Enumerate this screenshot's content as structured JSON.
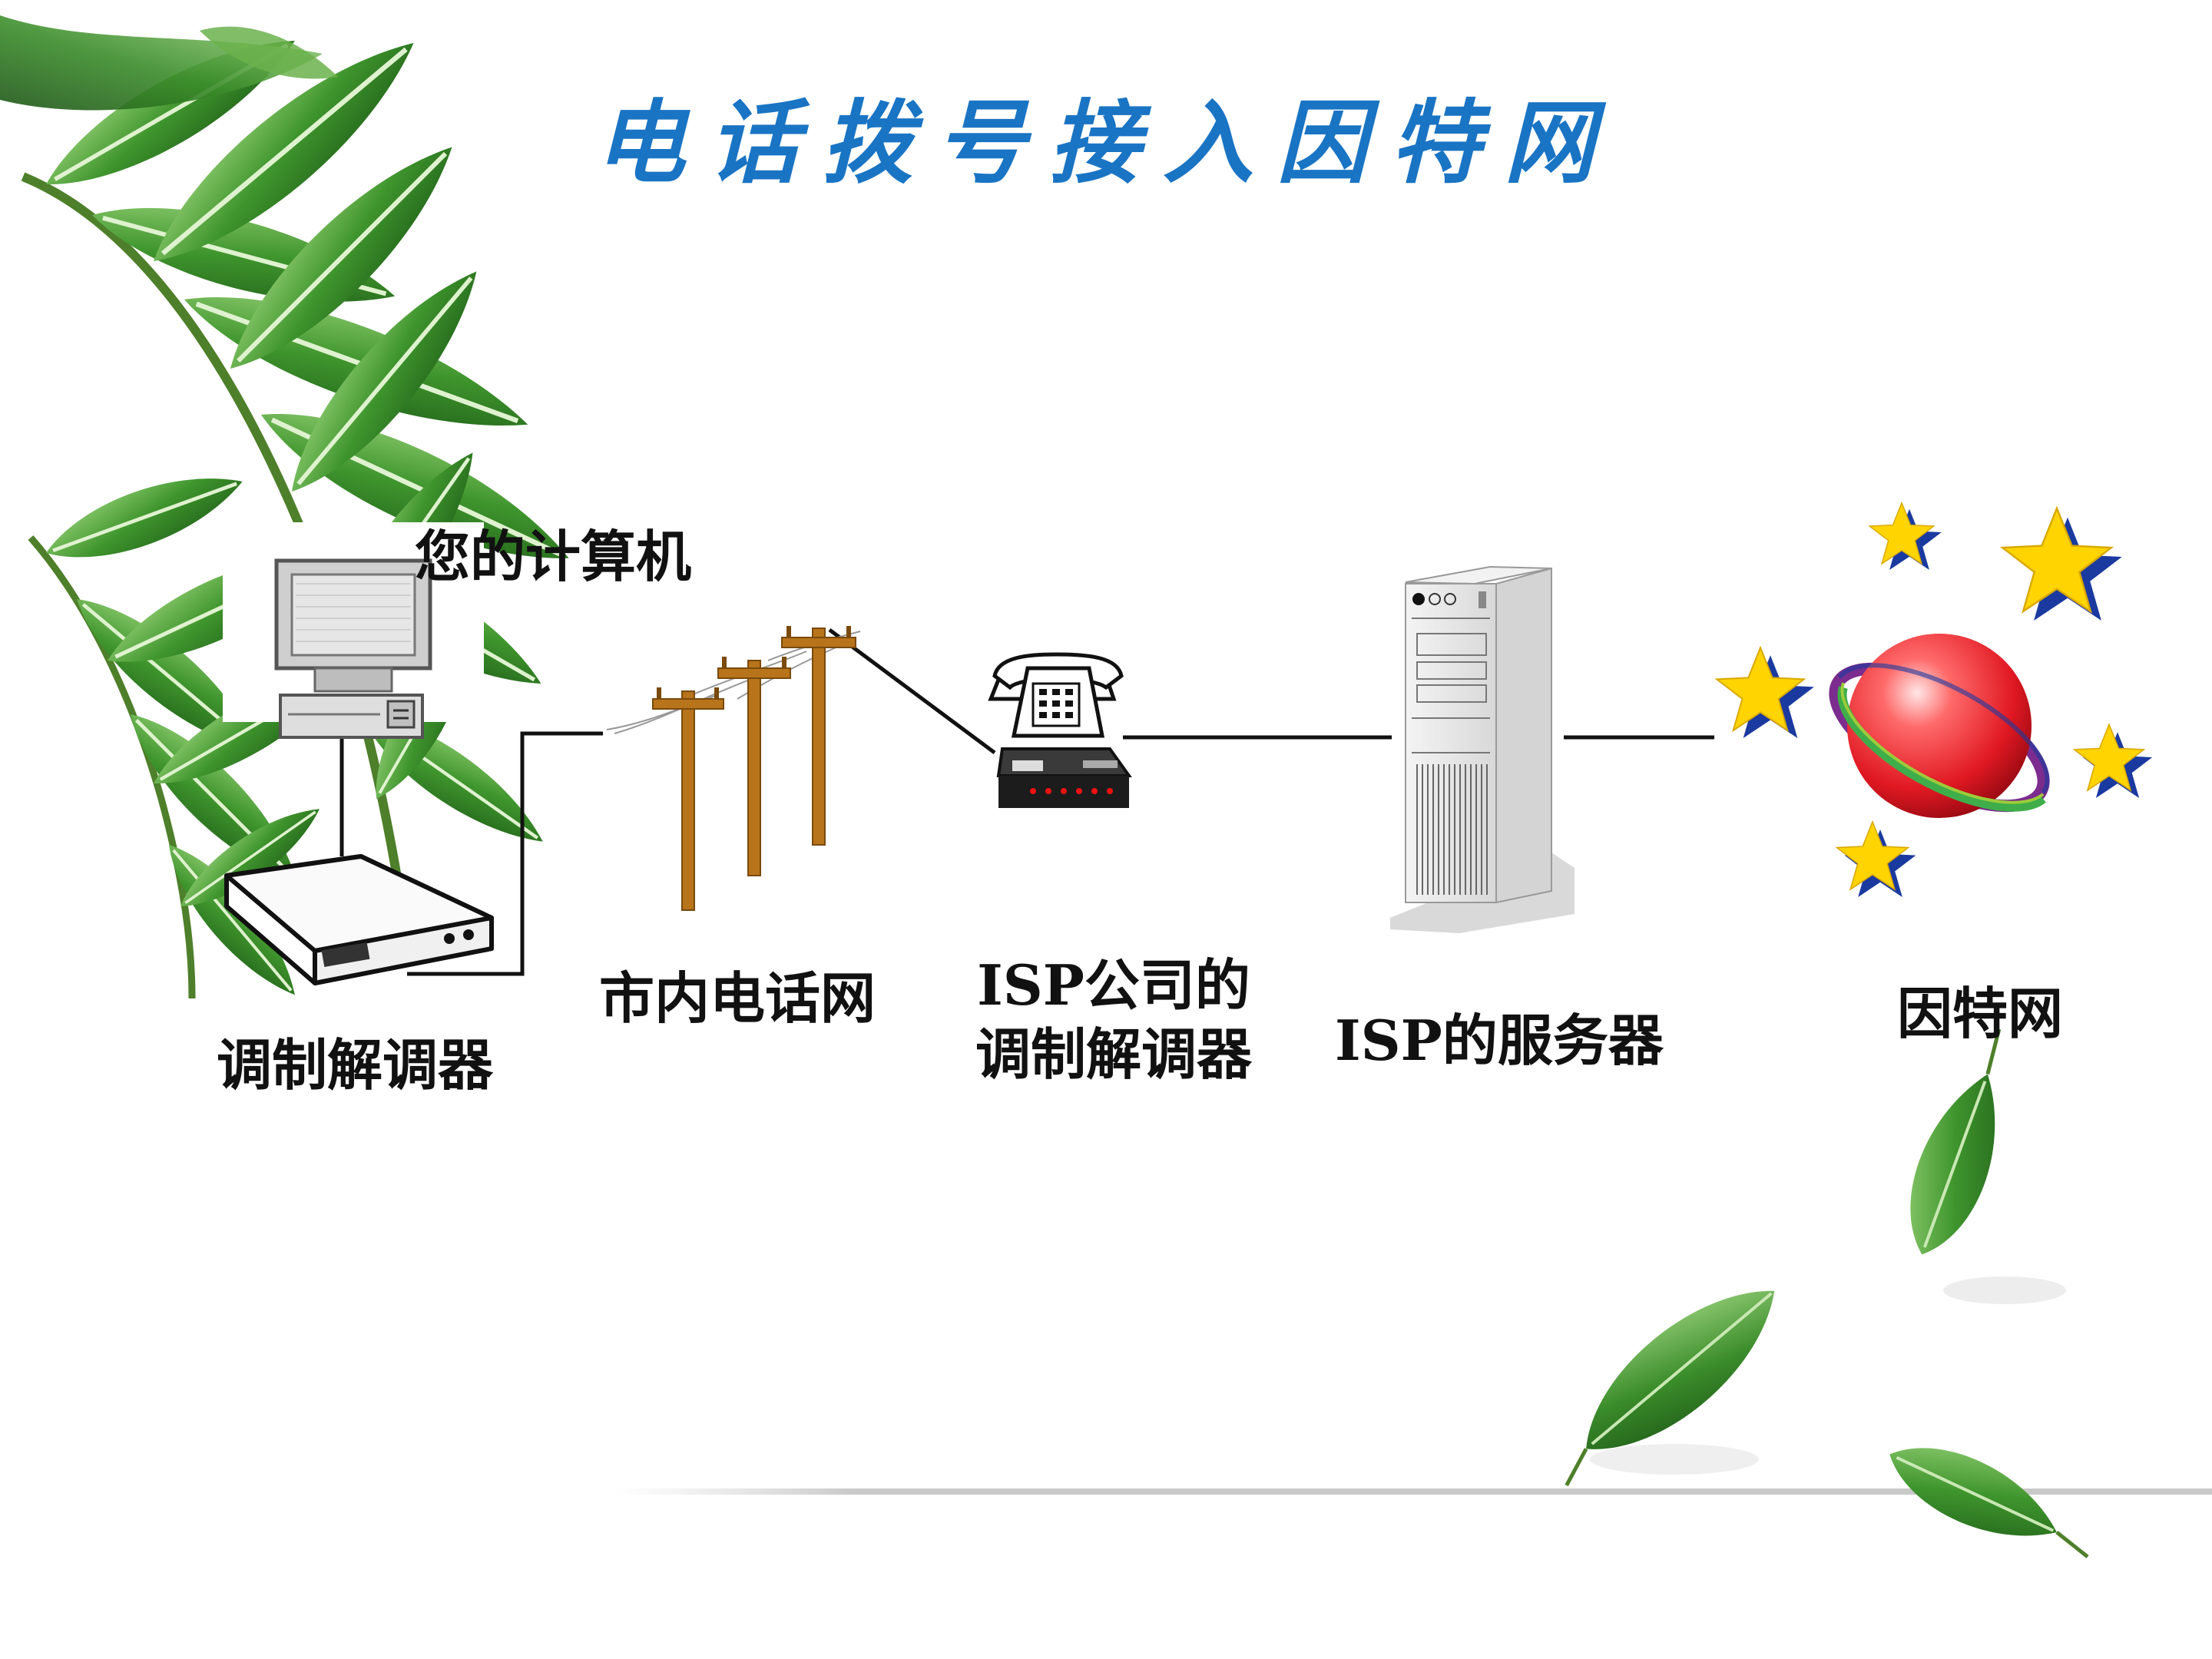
{
  "title": "电话拨号接入因特网",
  "labels": {
    "computer": "您的计算机",
    "modem": "调制解调器",
    "phone_network": "市内电话网",
    "isp_modem_line1": "ISP公司的",
    "isp_modem_line2": "调制解调器",
    "isp_server": "ISP的服务器",
    "internet": "因特网"
  },
  "icons": [
    "leaf-branch-icon",
    "computer-icon",
    "modem-icon",
    "telephone-pole-icon",
    "telephone-modem-icon",
    "server-tower-icon",
    "planet-stars-icon",
    "leaf-icon"
  ],
  "colors": {
    "title": "#1a74c4",
    "leaf_dark": "#2f7d22",
    "leaf_light": "#7cc35a",
    "pole": "#b8741a",
    "planet": "#e8202a",
    "star": "#ffd400",
    "star_shadow": "#1b3aa0"
  }
}
